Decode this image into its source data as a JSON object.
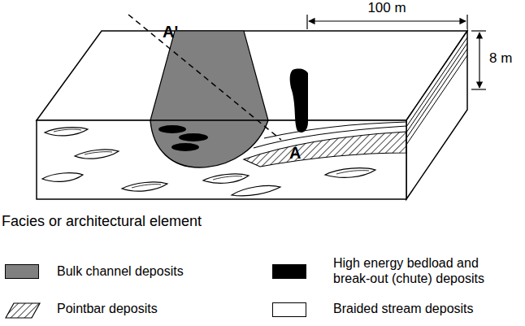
{
  "diagram": {
    "labels": [
      "A'",
      "100 m",
      "8 m",
      "A",
      "Facies or architectural element"
    ],
    "legend": [
      {
        "text": "Bulk channel deposits",
        "color": "#808080"
      },
      {
        "text": "High energy bedload and break-out (chute) deposits",
        "color": "#000000"
      },
      {
        "text": "Pointbar deposits"
      },
      {
        "text": "Braided stream deposits",
        "color": "#ffffff"
      }
    ]
  }
}
